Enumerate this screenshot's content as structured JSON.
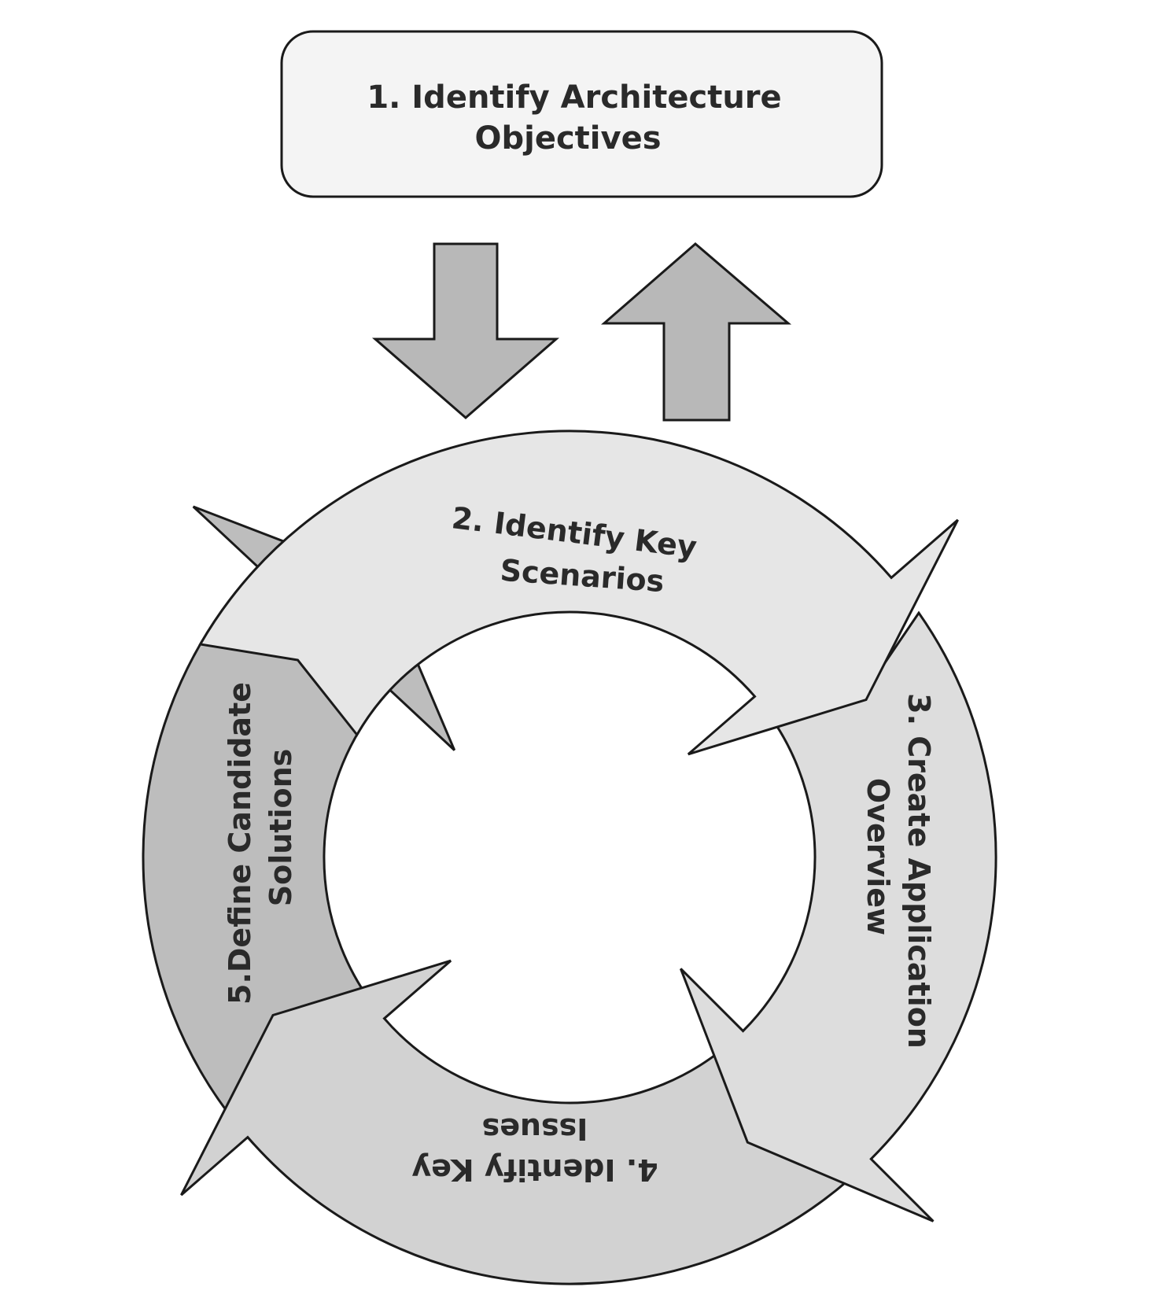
{
  "top_box": {
    "line1": "1. Identify Architecture",
    "line2": "Objectives"
  },
  "steps": {
    "step2": {
      "line1": "2. Identify Key",
      "line2": "Scenarios"
    },
    "step3": {
      "line1": "3. Create Application",
      "line2": "Overview"
    },
    "step4": {
      "line1": "4. Identify Key",
      "line2": "Issues"
    },
    "step5": {
      "line1": "5.Define  Candidate",
      "line2": "Solutions"
    }
  },
  "colors": {
    "outline": "#1a1a1a",
    "box_fill": "#f4f4f4",
    "arrow_fill": "#b8b8b8",
    "step2_fill": "#e6e6e6",
    "step3_fill": "#dddddd",
    "step4_fill": "#d2d2d2",
    "step5_fill": "#bdbdbd"
  }
}
